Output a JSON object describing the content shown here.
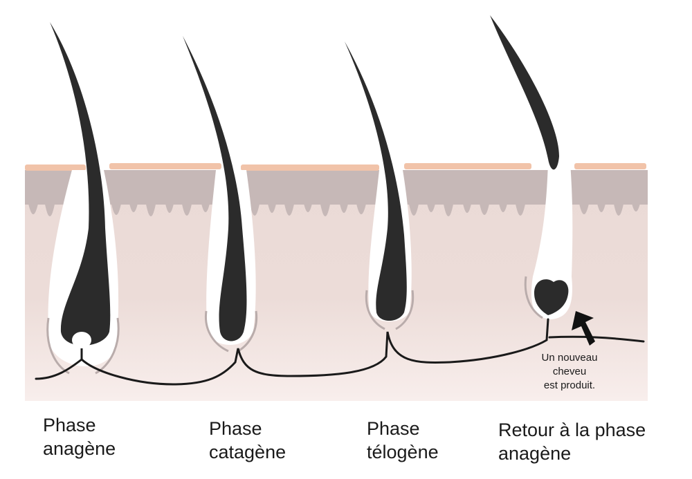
{
  "stages": [
    {
      "line1": "Phase",
      "line2": "anagène"
    },
    {
      "line1": "Phase",
      "line2": "catagène"
    },
    {
      "line1": "Phase",
      "line2": "télogène"
    },
    {
      "line1": "Retour à la phase",
      "line2": "anagène"
    }
  ],
  "annotation": {
    "line1": "Un nouveau",
    "line2": "cheveu",
    "line3": "est produit."
  },
  "colors": {
    "skin_top": "#c7b9b9",
    "skin_mid": "#eddcd8",
    "skin_bottom": "#f8ecea",
    "surface": "#f2c1a6",
    "hair": "#2b2b2b",
    "follicle_shadow": "#bcb0ae"
  }
}
